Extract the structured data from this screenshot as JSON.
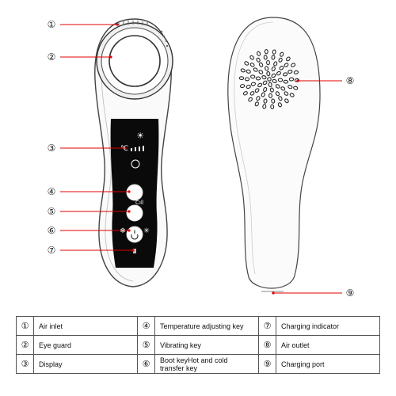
{
  "callouts": [
    {
      "num": "①",
      "name": "Air inlet"
    },
    {
      "num": "②",
      "name": "Eye guard"
    },
    {
      "num": "③",
      "name": "Display"
    },
    {
      "num": "④",
      "name": "Temperature adjusting key"
    },
    {
      "num": "⑤",
      "name": "Vibrating key"
    },
    {
      "num": "⑥",
      "name": "Boot keyHot and cold transfer key"
    },
    {
      "num": "⑦",
      "name": "Charging indicator"
    },
    {
      "num": "⑧",
      "name": "Air outlet"
    },
    {
      "num": "⑨",
      "name": "Charging port"
    }
  ],
  "panel_icons": {
    "sun": "☀",
    "celsius": "℃",
    "level": "Cıll",
    "snow": "❄",
    "sun_small": "✳"
  },
  "colors": {
    "leader": "#e00000",
    "device_outline": "#444444",
    "panel": "#0a0a0a"
  },
  "legend_table": [
    [
      {
        "num": "①",
        "text": "Air inlet"
      },
      {
        "num": "④",
        "text": "Temperature adjusting key"
      },
      {
        "num": "⑦",
        "text": "Charging indicator"
      }
    ],
    [
      {
        "num": "②",
        "text": "Eye guard"
      },
      {
        "num": "⑤",
        "text": "Vibrating key"
      },
      {
        "num": "⑧",
        "text": "Air outlet"
      }
    ],
    [
      {
        "num": "③",
        "text": "Display"
      },
      {
        "num": "⑥",
        "text": "Boot keyHot and cold transfer key"
      },
      {
        "num": "⑨",
        "text": "Charging port"
      }
    ]
  ]
}
